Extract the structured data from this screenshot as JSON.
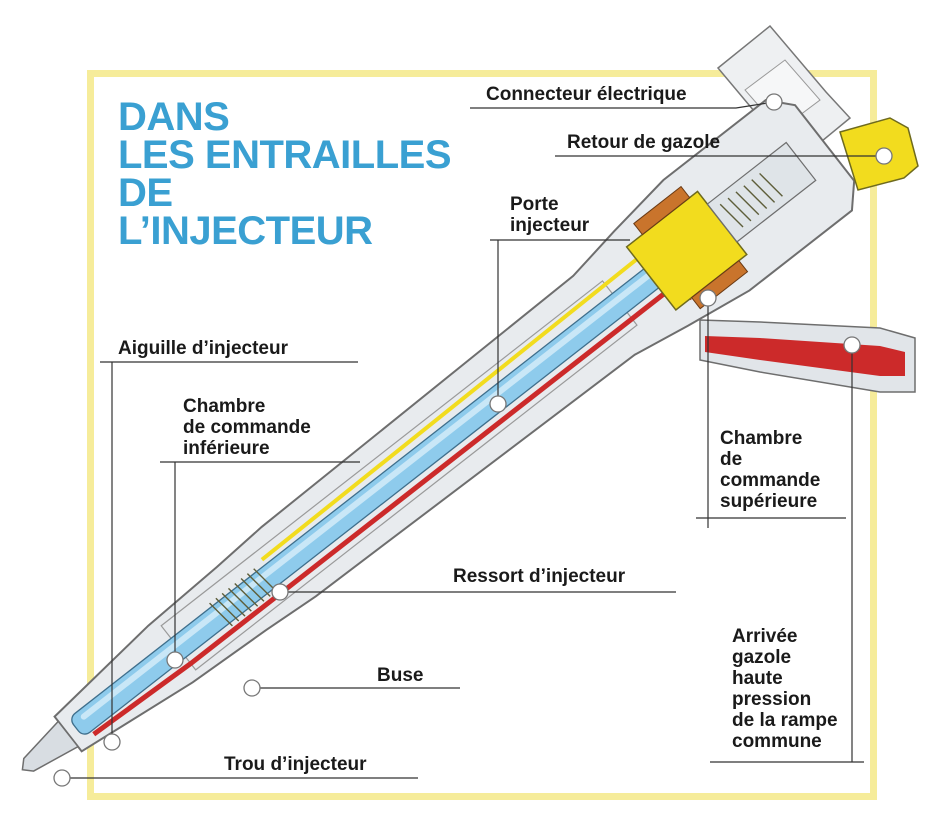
{
  "title": {
    "lines": [
      "DANS",
      "LES ENTRAILLES",
      "DE",
      "L’INJECTEUR"
    ]
  },
  "labels": {
    "connecteur": "Connecteur électrique",
    "retour": "Retour de gazole",
    "porte": [
      "Porte",
      "injecteur"
    ],
    "aiguille": "Aiguille d’injecteur",
    "chambre_inf": [
      "Chambre",
      "de commande",
      "inférieure"
    ],
    "chambre_sup": [
      "Chambre",
      "de",
      "commande",
      "supérieure"
    ],
    "ressort": "Ressort d’injecteur",
    "buse": "Buse",
    "trou": "Trou d’injecteur",
    "arrivee": [
      "Arrivée",
      "gazole",
      "haute",
      "pression",
      "de la rampe",
      "commune"
    ]
  },
  "colors": {
    "title": "#3aa0d2",
    "frame": "#f6ec9a",
    "body": "#e6eaee",
    "fuel_high_pressure": "#cc2a2a",
    "return_circuit": "#f2dc1e",
    "needle": "#8ecbec",
    "coil": "#c9742c"
  }
}
